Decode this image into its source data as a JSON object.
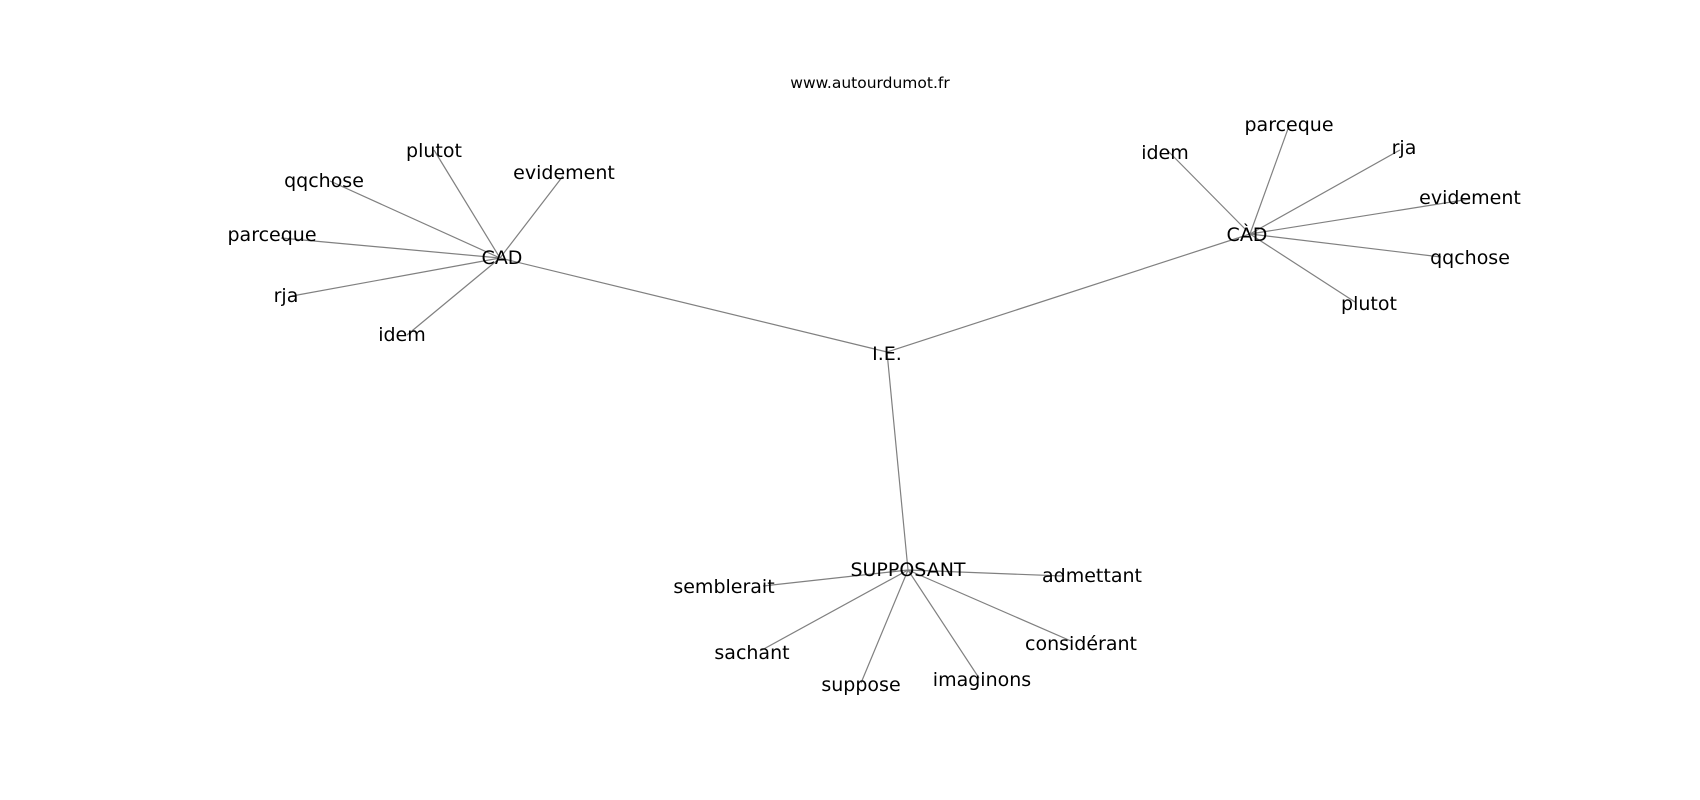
{
  "source": "www.autourdumot.fr",
  "graph": {
    "center": "I.E.",
    "hubs": [
      {
        "label": "CAD",
        "leaves": [
          "evidement",
          "plutot",
          "qqchose",
          "parceque",
          "rja",
          "idem"
        ]
      },
      {
        "label": "CÀD",
        "leaves": [
          "idem",
          "parceque",
          "rja",
          "evidement",
          "qqchose",
          "plutot"
        ]
      },
      {
        "label": "SUPPOSANT",
        "leaves": [
          "admettant",
          "considérant",
          "imaginons",
          "suppose",
          "sachant",
          "semblerait"
        ]
      }
    ]
  }
}
